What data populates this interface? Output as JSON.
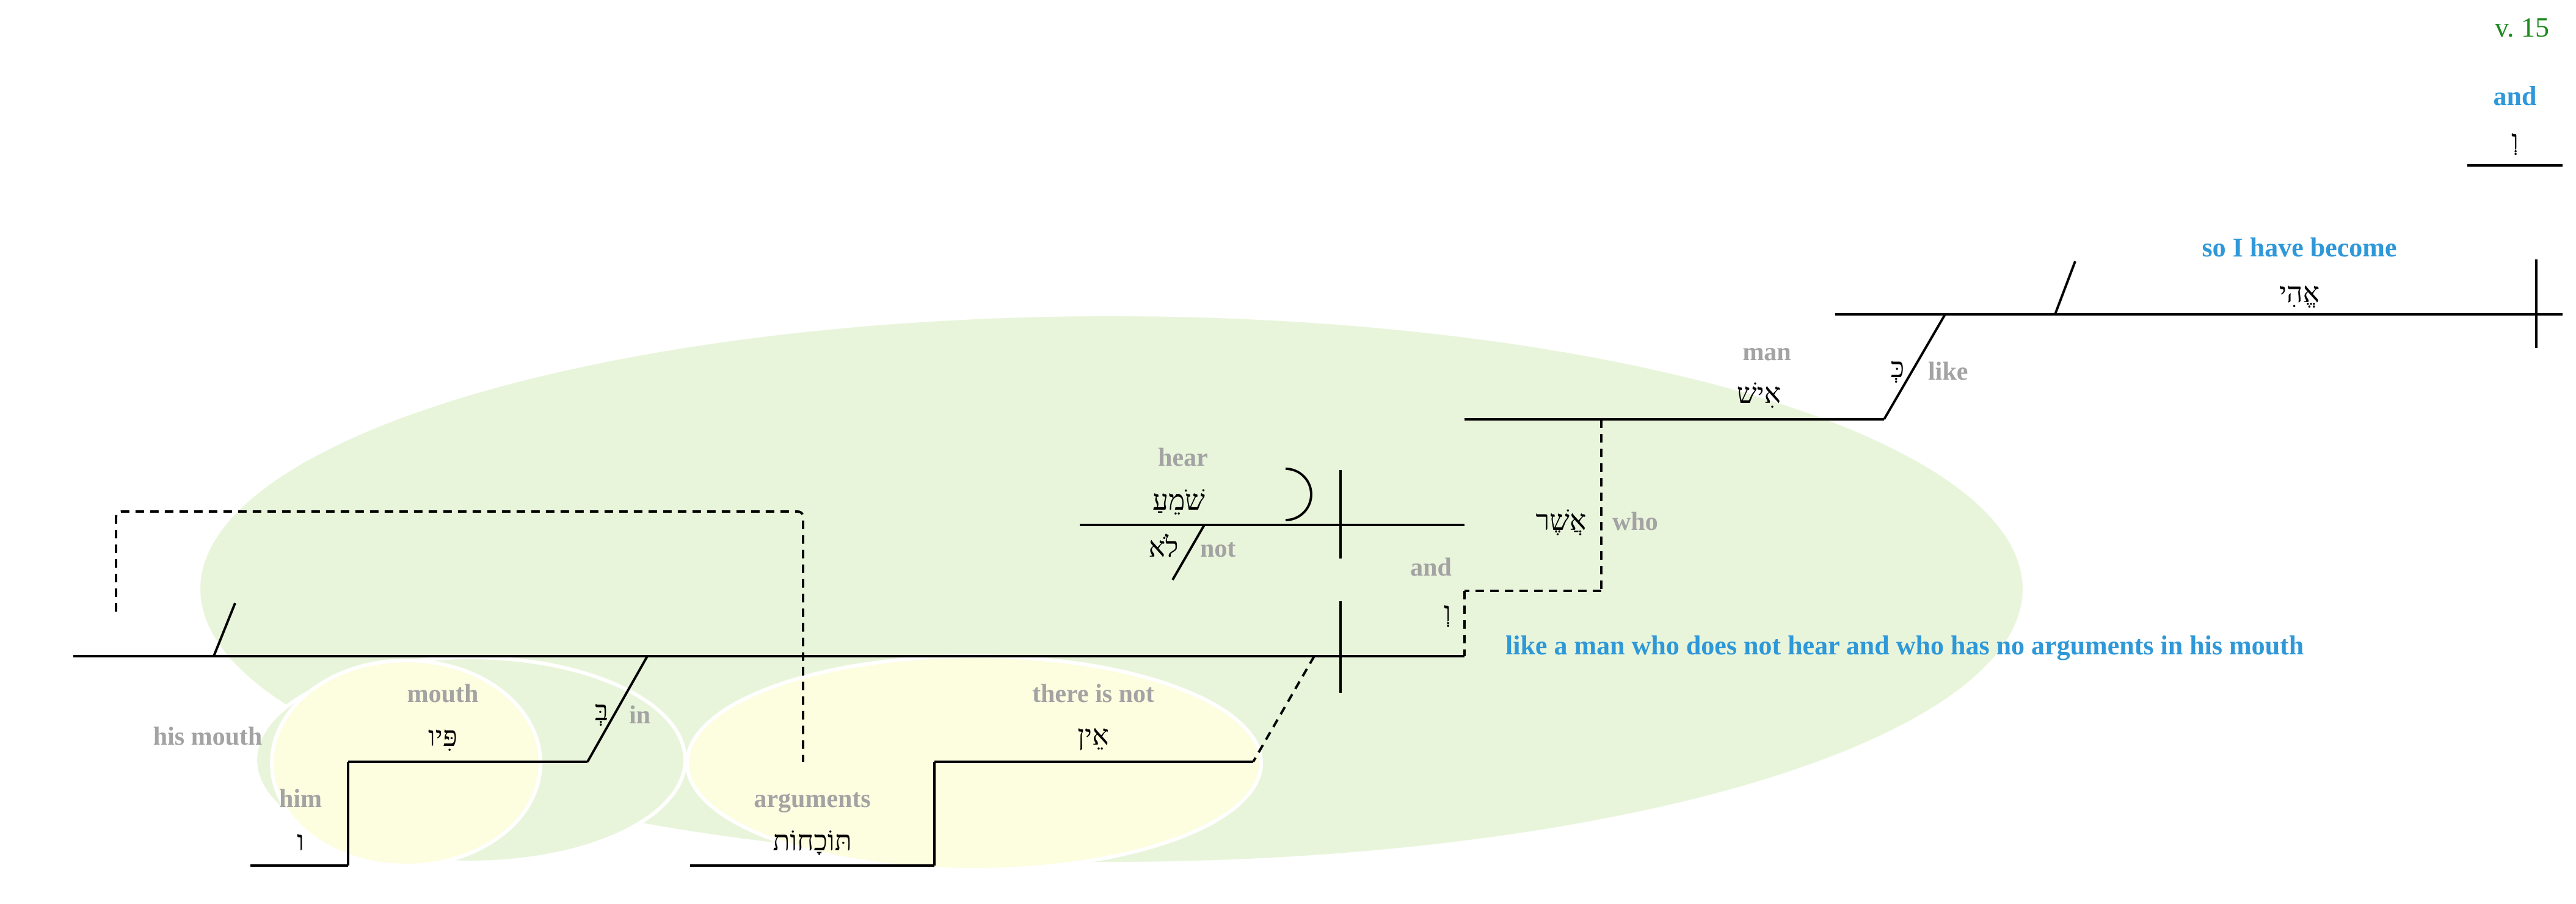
{
  "verse": "v. 15",
  "conjunction": {
    "gloss": "and",
    "hebrew": "וְ"
  },
  "main_clause": {
    "gloss": "so I have become",
    "hebrew": "אֱהִי"
  },
  "comparison": {
    "preposition_gloss": "like",
    "preposition_hebrew": "כְּ",
    "noun_gloss": "man",
    "noun_hebrew": "אִישׁ"
  },
  "relative": {
    "hebrew": "אֲשֶׁר",
    "gloss": "who"
  },
  "clause_hear": {
    "gloss": "hear",
    "hebrew": "שֹׁמֵעַ",
    "negation_hebrew": "לֹא",
    "negation_gloss": "not"
  },
  "clause_join": {
    "gloss": "and",
    "hebrew": "וְ"
  },
  "clause_exist": {
    "gloss": "there is not",
    "hebrew": "אֵין",
    "subject_gloss": "arguments",
    "subject_hebrew": "תּוֹכָחוֹת"
  },
  "phrase_mouth": {
    "label": "his mouth",
    "preposition_hebrew": "בְּ",
    "preposition_gloss": "in",
    "noun_gloss": "mouth",
    "noun_hebrew": "פִּיו",
    "suffix_gloss": "him",
    "suffix_hebrew": "ו"
  },
  "translation": "like a man who does not hear and who has no arguments in his mouth",
  "colors": {
    "highlight_green": "#e9f5db",
    "highlight_yellow": "#fdfde0",
    "translation_blue": "#2e98d8",
    "gloss_gray": "#a3a3a3",
    "verse_green": "#1e8a1e"
  }
}
